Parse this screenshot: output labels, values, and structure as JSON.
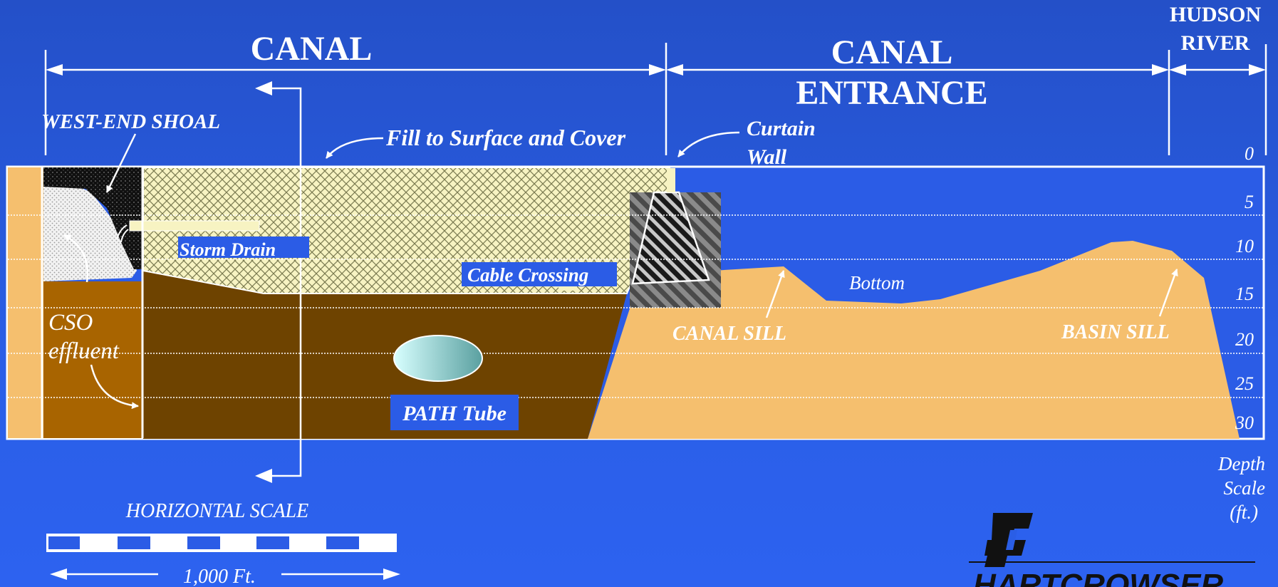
{
  "sections": {
    "canal": "CANAL",
    "canal_entrance_line1": "CANAL",
    "canal_entrance_line2": "ENTRANCE",
    "hudson_line1": "HUDSON",
    "hudson_line2": "RIVER"
  },
  "labels": {
    "west_end_shoal": "WEST-END SHOAL",
    "fill_cover": "Fill to Surface and Cover",
    "curtain_wall_line1": "Curtain",
    "curtain_wall_line2": "Wall",
    "storm_drain": "Storm Drain",
    "cable_crossing": "Cable Crossing",
    "bottom": "Bottom",
    "cso_line1": "CSO",
    "cso_line2": "effluent",
    "canal_sill": "CANAL SILL",
    "basin_sill": "BASIN SILL",
    "path_tube": "PATH Tube"
  },
  "depth_scale": {
    "ticks": [
      "0",
      "5",
      "10",
      "15",
      "20",
      "25",
      "30"
    ],
    "caption_line1": "Depth",
    "caption_line2": "Scale",
    "caption_line3": "(ft.)"
  },
  "horizontal_scale": {
    "title": "HORIZONTAL SCALE",
    "distance": "1,000 Ft."
  },
  "logo": {
    "text": "HARTCROWSER"
  },
  "colors": {
    "background": "#2a5ee6",
    "sand": "#f5bf6e",
    "dark_brown": "#6e4300",
    "medium_brown": "#a86400",
    "fill_pattern": "#f5f0b0",
    "white": "#ffffff"
  }
}
